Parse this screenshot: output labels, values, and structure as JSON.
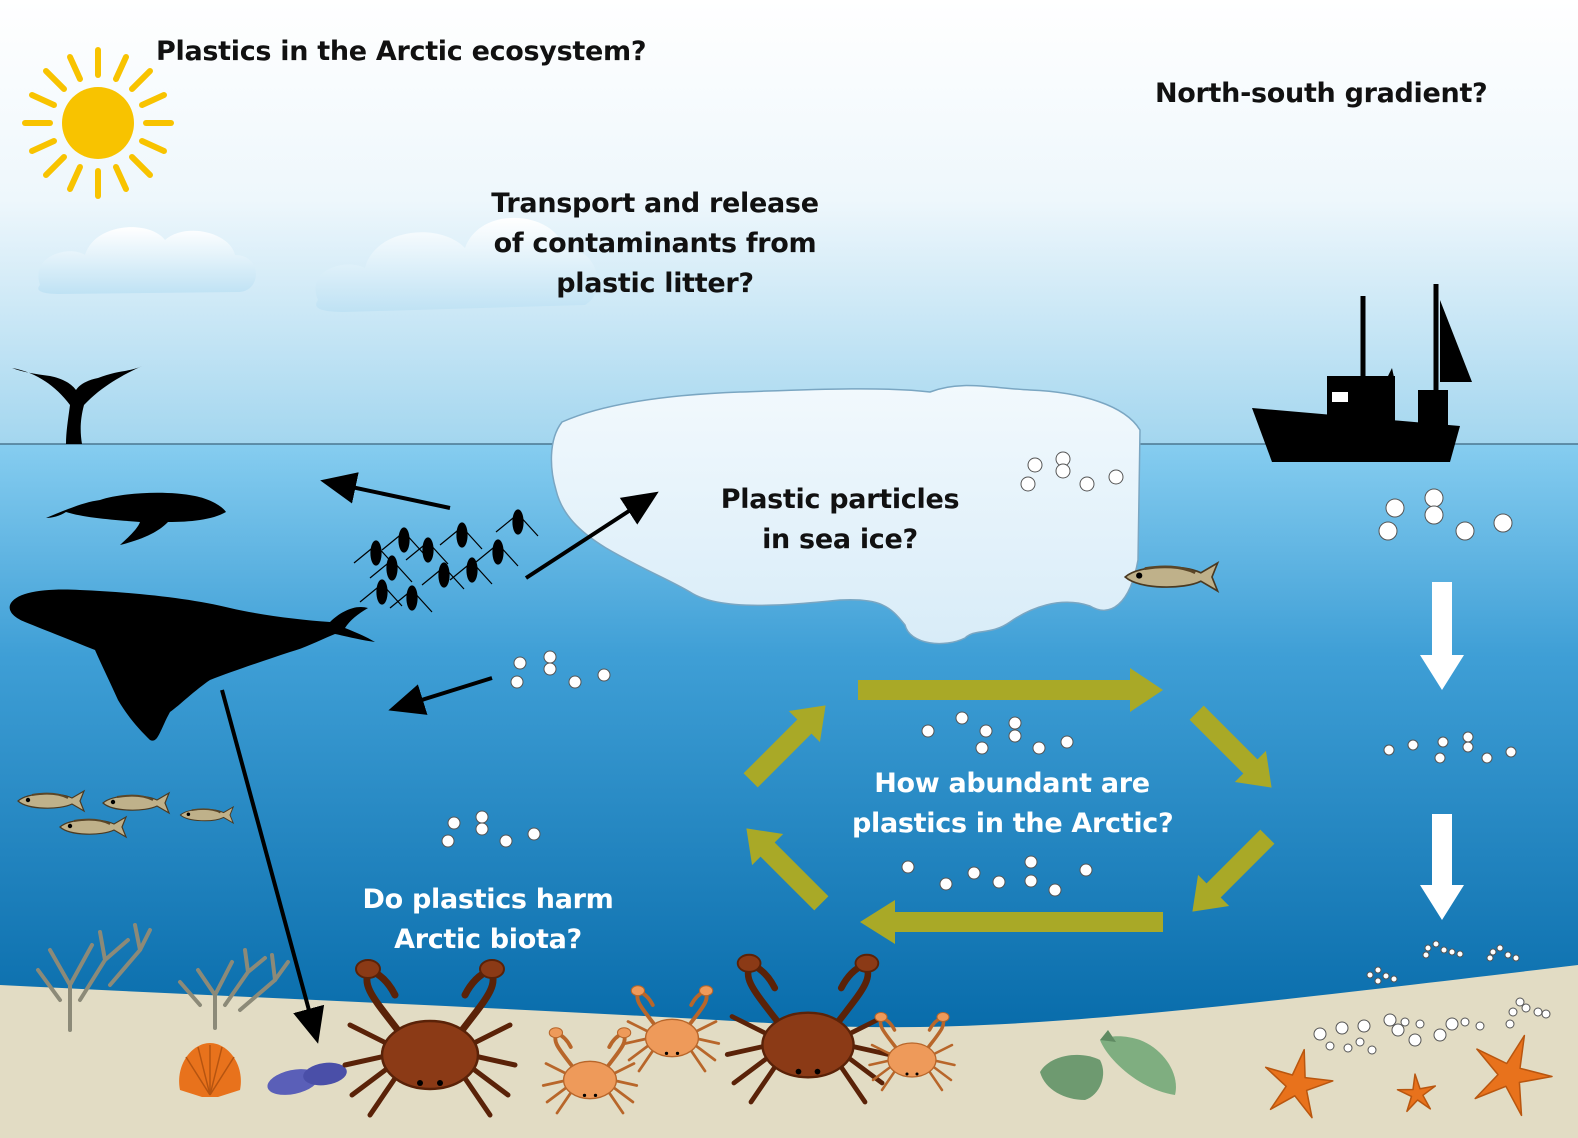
{
  "labels": {
    "ecosystem": "Plastics in the Arctic ecosystem?",
    "gradient": "North-south gradient?",
    "transport": [
      "Transport and release",
      "of contaminants from",
      "plastic litter?"
    ],
    "sea_ice": [
      "Plastic particles",
      "in sea ice?"
    ],
    "abundance": [
      "How abundant are",
      "plastics in the Arctic?"
    ],
    "harm": [
      "Do plastics harm",
      "Arctic biota?"
    ]
  },
  "colors": {
    "sky_top": "#ffffff",
    "sky_bottom": "#9fd4ee",
    "water_top": "#7cc8ee",
    "water_bottom": "#0a6aa8",
    "seafloor": "#e2dcc4",
    "ice": "#e7f3fb",
    "cycle_arrow": "#a9a927",
    "sun": "#f8c300",
    "silhouette": "#000000",
    "crab": "#8b3a16",
    "small_crab": "#ee9a5a",
    "starfish": "#e8721c",
    "particle": "#ffffff"
  },
  "icons": [
    "sun-icon",
    "cloud-icon",
    "whale-tail-icon",
    "minke-whale-icon",
    "humpback-whale-icon",
    "zooplankton-icon",
    "ship-icon",
    "cod-fish-icon",
    "crab-icon",
    "starfish-icon",
    "scallop-icon",
    "mussel-icon",
    "whelk-icon",
    "coral-icon"
  ]
}
